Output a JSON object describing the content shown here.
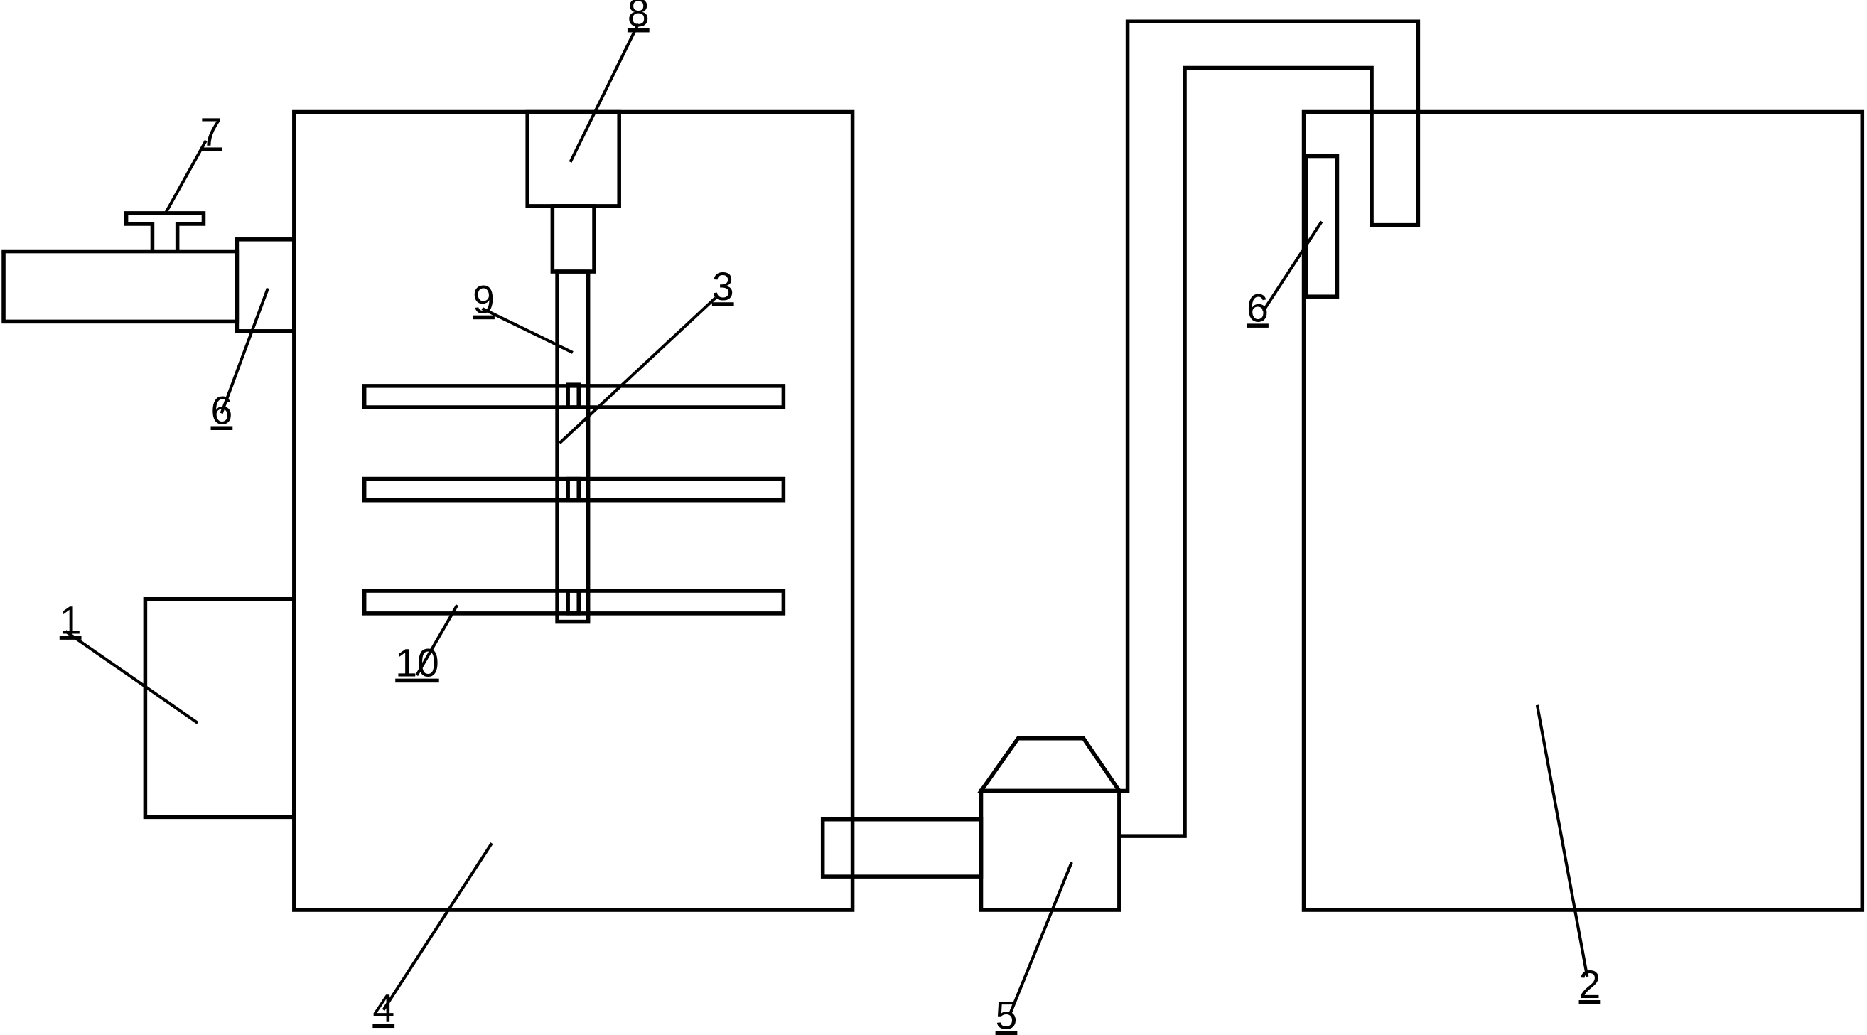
{
  "colors": {
    "background": "#ffffff",
    "line": "#000000"
  },
  "labels": {
    "l1": "1",
    "l2": "2",
    "l3": "3",
    "l4": "4",
    "l5": "5",
    "l6a": "6",
    "l6b": "6",
    "l7": "7",
    "l8": "8",
    "l9": "9",
    "l10": "10"
  }
}
